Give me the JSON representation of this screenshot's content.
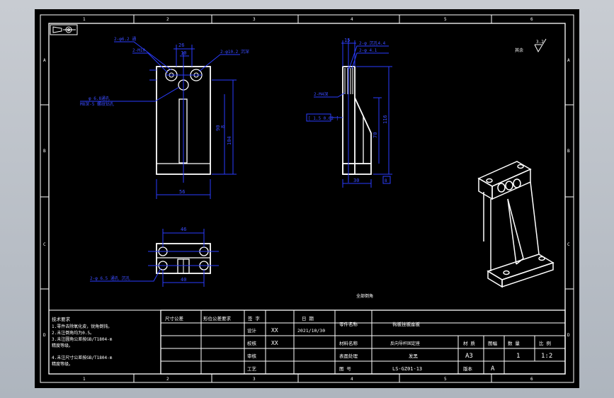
{
  "border": {
    "columns_top": [
      "1",
      "2",
      "3",
      "4",
      "5",
      "6"
    ],
    "columns_bottom": [
      "1",
      "2",
      "3",
      "4",
      "5",
      "6"
    ],
    "rows_left": [
      "A",
      "B",
      "C",
      "D"
    ],
    "rows_right": [
      "A",
      "B",
      "C",
      "D"
    ]
  },
  "front_view": {
    "dim_width": "56",
    "dim_top_26": "26",
    "dim_top_10": "10",
    "dim_height_90": "90",
    "dim_height_104": "104",
    "dim_right_small": "8",
    "hole_callout_1": "2-φ6.2 通",
    "hole_callout_2": "2-M10",
    "hole_callout_3": "2-φ10.2 沉深",
    "center_hole_callout": "φ 6.8通孔",
    "center_hole_callout_2": "M8深-5 螺纹钻孔"
  },
  "side_view": {
    "dim_top_15": "15",
    "dim_bottom_30": "30",
    "dim_height_116": "116",
    "dim_height_70": "70",
    "dim_small_box": "8",
    "callout_1": "2-φ 沉孔4.4",
    "callout_2": "2-φ 4.1",
    "callout_3": "2-M4深",
    "callout_box": "[ 1.5 0.02 ]"
  },
  "top_view": {
    "dim_top_46": "46",
    "dim_bottom_40": "40",
    "callout": "2-φ 6.5 通孔 沉孔"
  },
  "roughness": {
    "label": "其余",
    "value": "3.2"
  },
  "notes_center": "全部倒角",
  "notes": {
    "title": "技术要求",
    "lines": [
      "1.零件去除氧化皮，锐角倒钝。",
      "2.未注倒角均为0.5。",
      "3.未注圆角公差按GB/T1804-m",
      "  精度等级。",
      "4.未注尺寸公差按GB/T1804-m",
      "  精度等级。"
    ]
  },
  "title_block": {
    "col_dim": "尺寸公差",
    "col_geo": "形位公差要求",
    "col_name": "签 字",
    "col_date": "日 期",
    "row_design": "设计",
    "row_check": "校核",
    "row_review": "审核",
    "row_process": "工艺",
    "designer": "XX",
    "checker": "XX",
    "date": "2021/10/30",
    "company": "零件名称",
    "part_name": "钩板挂板座板",
    "material_label": "材料名称",
    "material": "反向导杆固定座",
    "heat_label": "表面处理",
    "heat": "发黑",
    "scale_label_1": "材 质",
    "size_label": "图幅",
    "qty_label": "数 量",
    "scale_label": "比 例",
    "sheet_size": "A3",
    "qty": "1",
    "scale": "1:2",
    "drawing_no_label": "图 号",
    "drawing_no": "LS-GZ01-13",
    "version_label": "版本",
    "version": "A"
  }
}
